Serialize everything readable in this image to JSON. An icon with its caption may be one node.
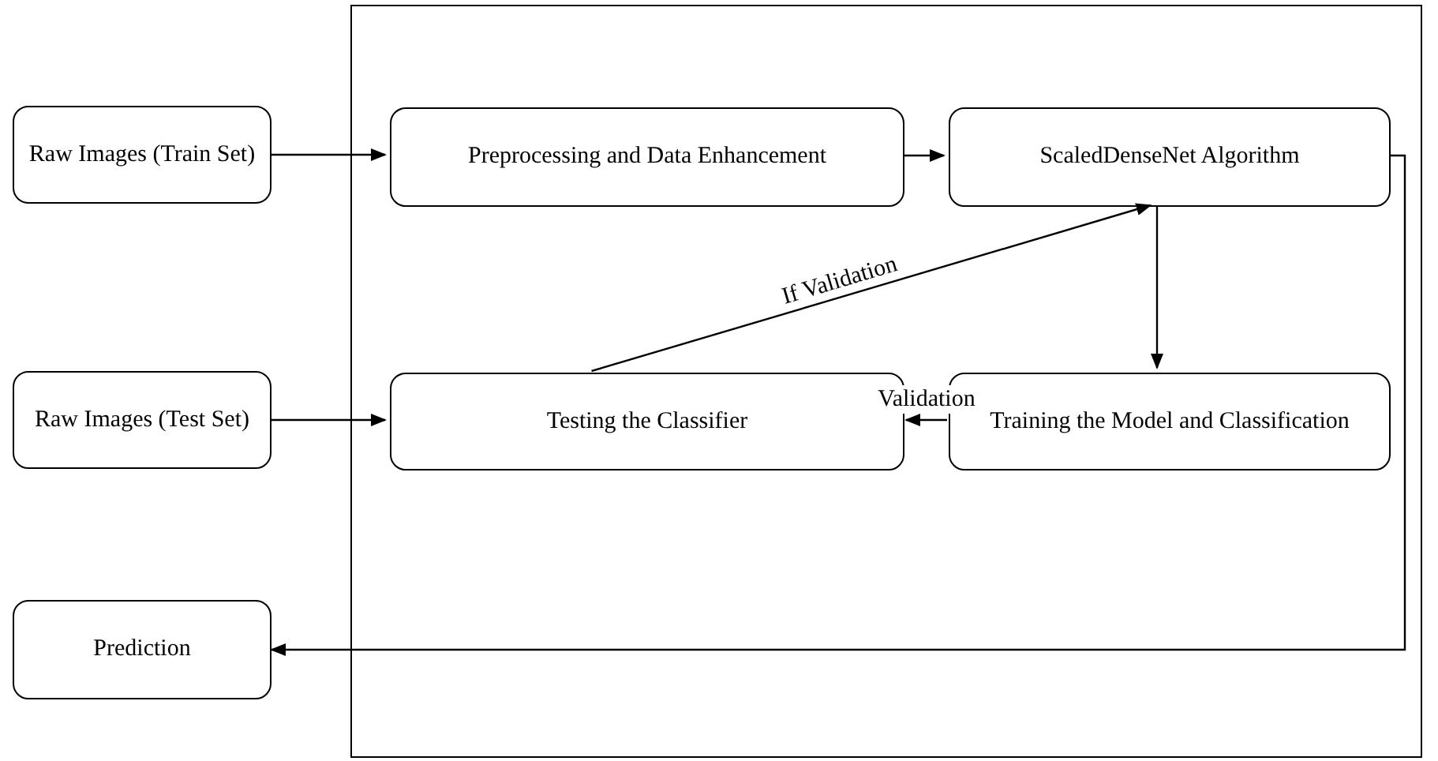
{
  "diagram": {
    "nodes": [
      {
        "text": [
          "Raw Images (Train Set)"
        ]
      },
      {
        "text": [],
        "shape": "box"
      },
      {
        "text": [
          "Preprocessing and Data Enhancement"
        ],
        "in": 1
      },
      {
        "text": [
          "ScaledDenseNet Algorithm"
        ],
        "in": 1
      },
      {
        "text": [
          "Raw Images (Test Set)"
        ]
      },
      {
        "text": [
          "Testing the Classifier"
        ],
        "in": 1
      },
      {
        "text": [
          "Training the Model and Classification"
        ],
        "in": 1
      },
      {
        "text": [
          "Prediction"
        ]
      }
    ],
    "edges": [
      {
        "from": 0,
        "to": 2,
        "arrow": "to"
      },
      {
        "from": 2,
        "to": 3,
        "arrow": "to"
      },
      {
        "from": 3,
        "to": 6,
        "arrow": "to"
      },
      {
        "from": 6,
        "to": 5,
        "arrow": "to",
        "label": "Validation"
      },
      {
        "from": 5,
        "to": 3,
        "arrow": "to",
        "label": "If Validation"
      },
      {
        "from": 4,
        "to": 5,
        "arrow": "to"
      },
      {
        "from": 3,
        "to": 7,
        "arrow": "to"
      }
    ]
  }
}
